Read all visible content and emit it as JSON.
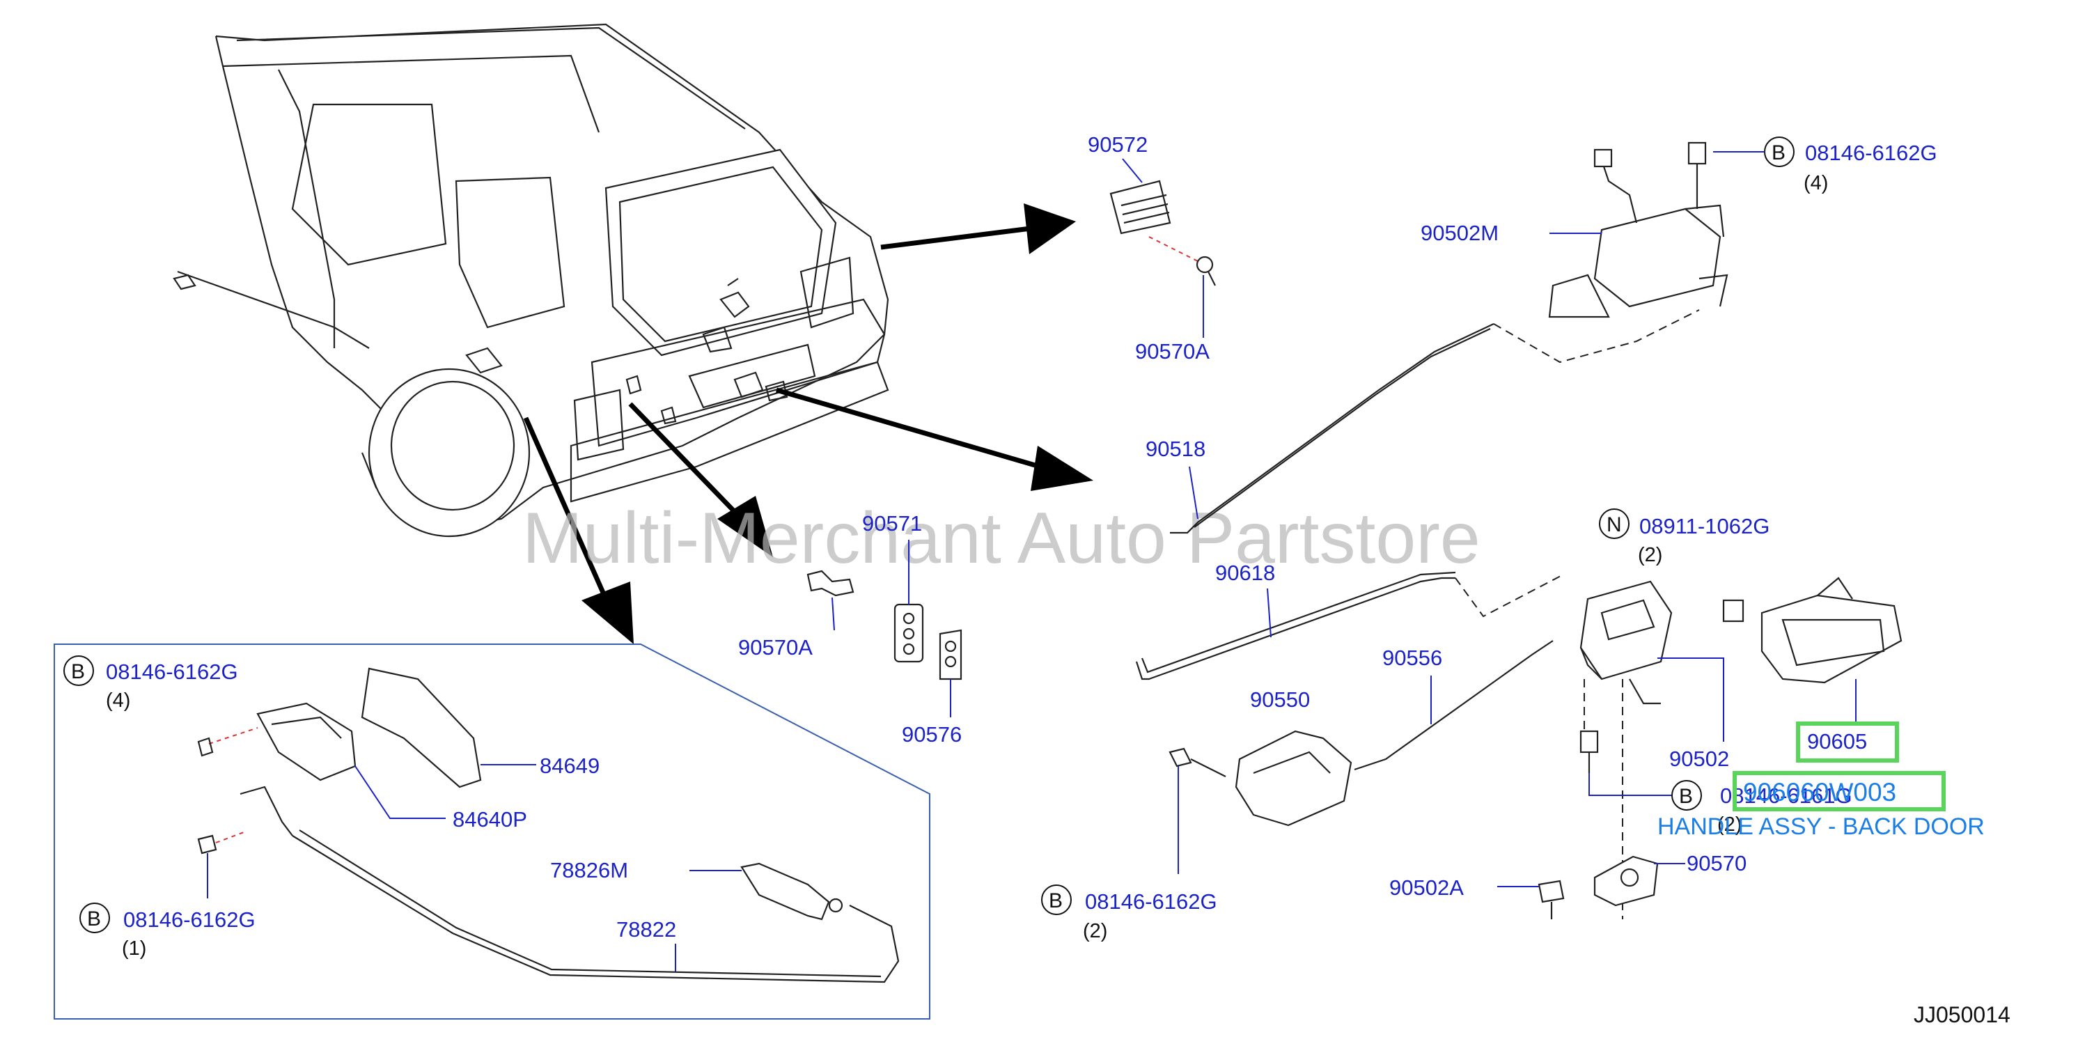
{
  "diagram": {
    "watermark": "Multi-Merchant Auto Partstore",
    "figure_code": "JJ050014"
  },
  "parts": {
    "p90572": "90572",
    "p90570A_top": "90570A",
    "p90502M": "90502M",
    "p08146_6162G_top": "08146-6162G",
    "q4_top": "(4)",
    "p90518": "90518",
    "p90571": "90571",
    "p90570A_mid": "90570A",
    "p90576": "90576",
    "p08911_1062G": "08911-1062G",
    "q2_n": "(2)",
    "p90618": "90618",
    "p90556": "90556",
    "p90550": "90550",
    "p90502": "90502",
    "p90605": "90605",
    "p08146_6161G": "08146-6161G",
    "q2_b": "(2)",
    "p90570": "90570",
    "p90502A": "90502A",
    "p08146_6162G_bottom": "08146-6162G",
    "q2_bottom": "(2)",
    "p08146_6162G_inset_top": "08146-6162G",
    "q4_inset": "(4)",
    "p84649": "84649",
    "p84640P": "84640P",
    "p78826M": "78826M",
    "p78822": "78822",
    "p08146_6162G_inset_bottom": "08146-6162G",
    "q1_inset": "(1)"
  },
  "badges": {
    "b": "B",
    "n": "N"
  },
  "highlight": {
    "part_number": "906060W003",
    "description": "HANDLE ASSY - BACK DOOR",
    "box_color": "#5bd45b",
    "text_color": "#1a7ee6"
  },
  "colors": {
    "part_number": "#1a22c8",
    "quantity": "#111111",
    "inset_border": "#3a5fb0"
  }
}
